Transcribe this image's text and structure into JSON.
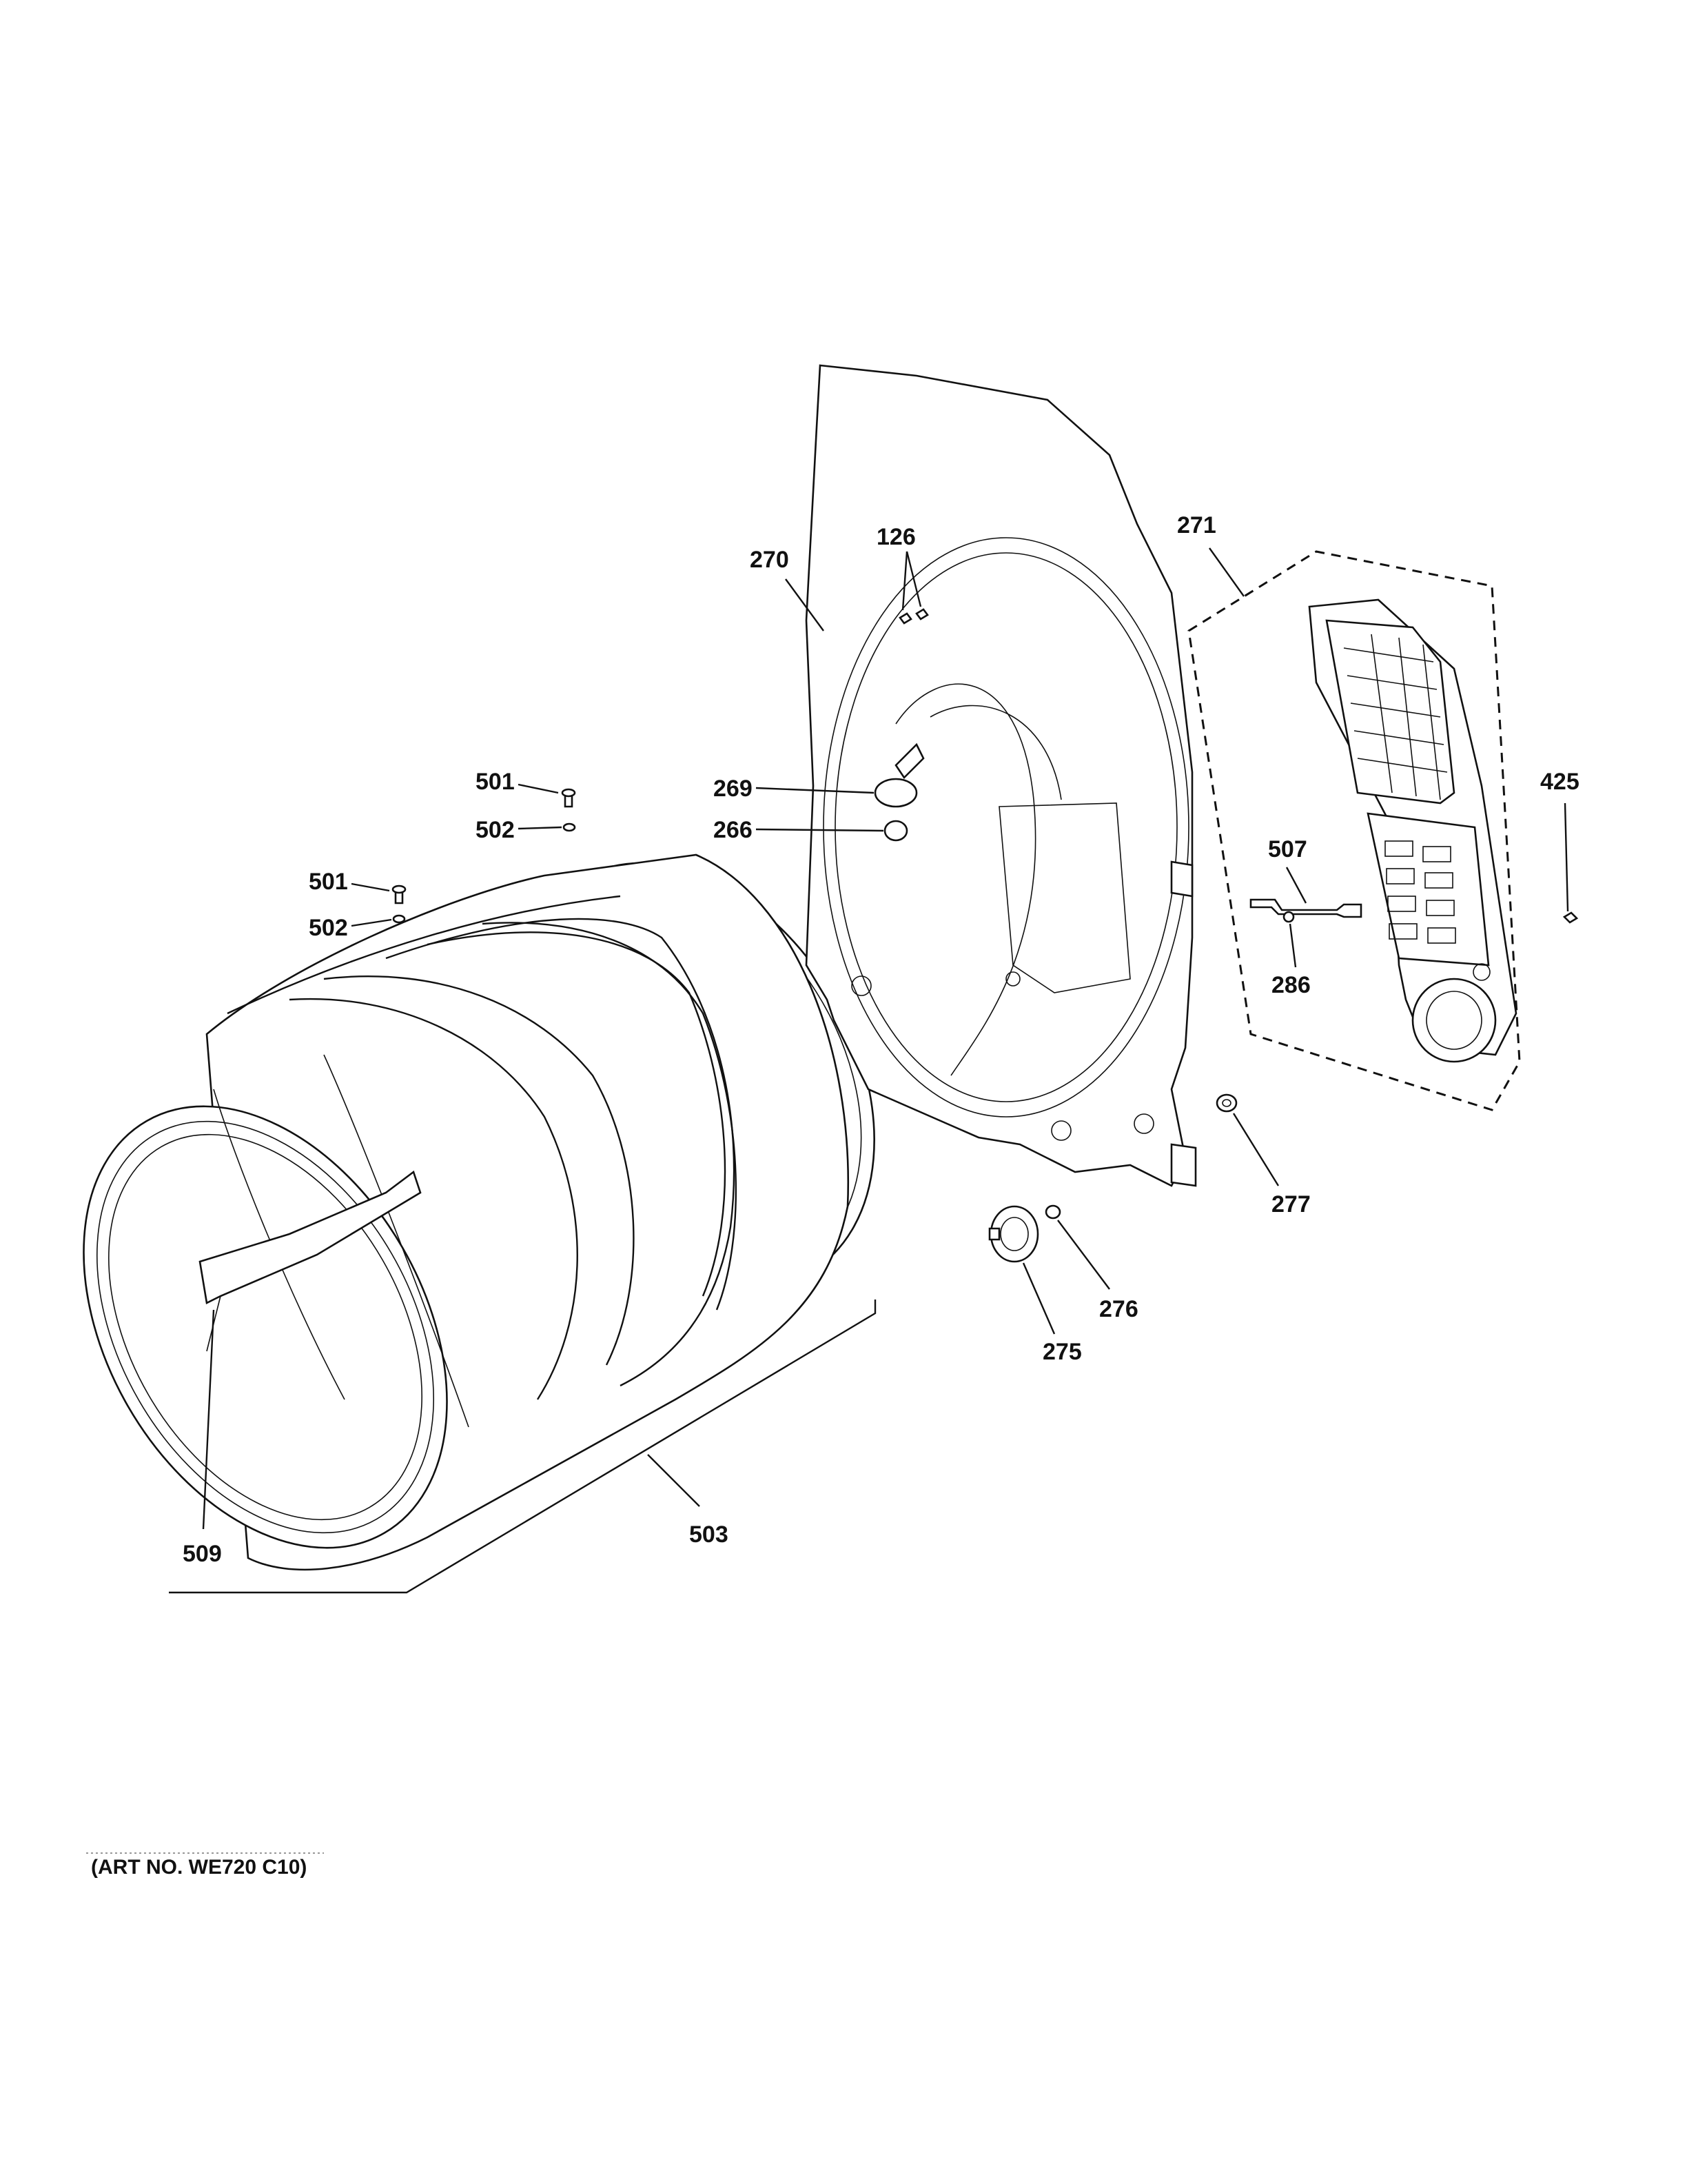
{
  "diagram": {
    "art_number": "(ART NO. WE720 C10)",
    "callouts": [
      {
        "id": "c126",
        "label": "126"
      },
      {
        "id": "c270",
        "label": "270"
      },
      {
        "id": "c271",
        "label": "271"
      },
      {
        "id": "c269",
        "label": "269"
      },
      {
        "id": "c266",
        "label": "266"
      },
      {
        "id": "c425",
        "label": "425"
      },
      {
        "id": "c507",
        "label": "507"
      },
      {
        "id": "c286",
        "label": "286"
      },
      {
        "id": "c501a",
        "label": "501"
      },
      {
        "id": "c502a",
        "label": "502"
      },
      {
        "id": "c501b",
        "label": "501"
      },
      {
        "id": "c502b",
        "label": "502"
      },
      {
        "id": "c277",
        "label": "277"
      },
      {
        "id": "c276",
        "label": "276"
      },
      {
        "id": "c275",
        "label": "275"
      },
      {
        "id": "c503",
        "label": "503"
      },
      {
        "id": "c509",
        "label": "509"
      }
    ]
  }
}
